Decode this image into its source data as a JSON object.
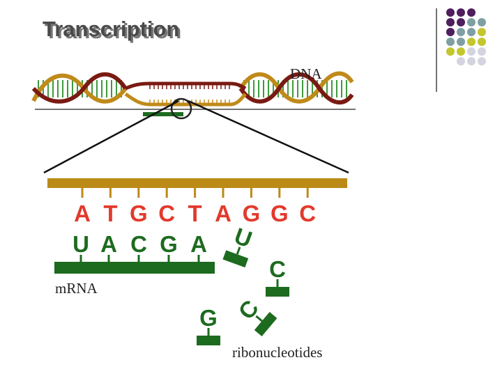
{
  "diagram": {
    "title": "Transcription",
    "dna_label": "DNA",
    "template_bases": [
      "A",
      "T",
      "G",
      "C",
      "T",
      "A",
      "G",
      "G",
      "C"
    ],
    "mrna_bases": [
      "U",
      "A",
      "C",
      "G",
      "A"
    ],
    "free_nucleotides": [
      "U",
      "C",
      "C",
      "G"
    ],
    "mrna_label": "mRNA",
    "ribonucleotides_label": "ribonucleotides"
  },
  "colors": {
    "template_strand": "#bb8a17",
    "template_base": "#e23a2c",
    "mrna": "#1d6b1f",
    "helix_dark": "#7a1a12",
    "helix_light": "#c08a1a",
    "helix_rung": "#3e9a3c",
    "title_shadow": "#b5b5b5"
  },
  "decoration_palette": [
    "#4f1e5e",
    "#7f9fa3",
    "#c4c62d",
    "#d4d4e0"
  ]
}
